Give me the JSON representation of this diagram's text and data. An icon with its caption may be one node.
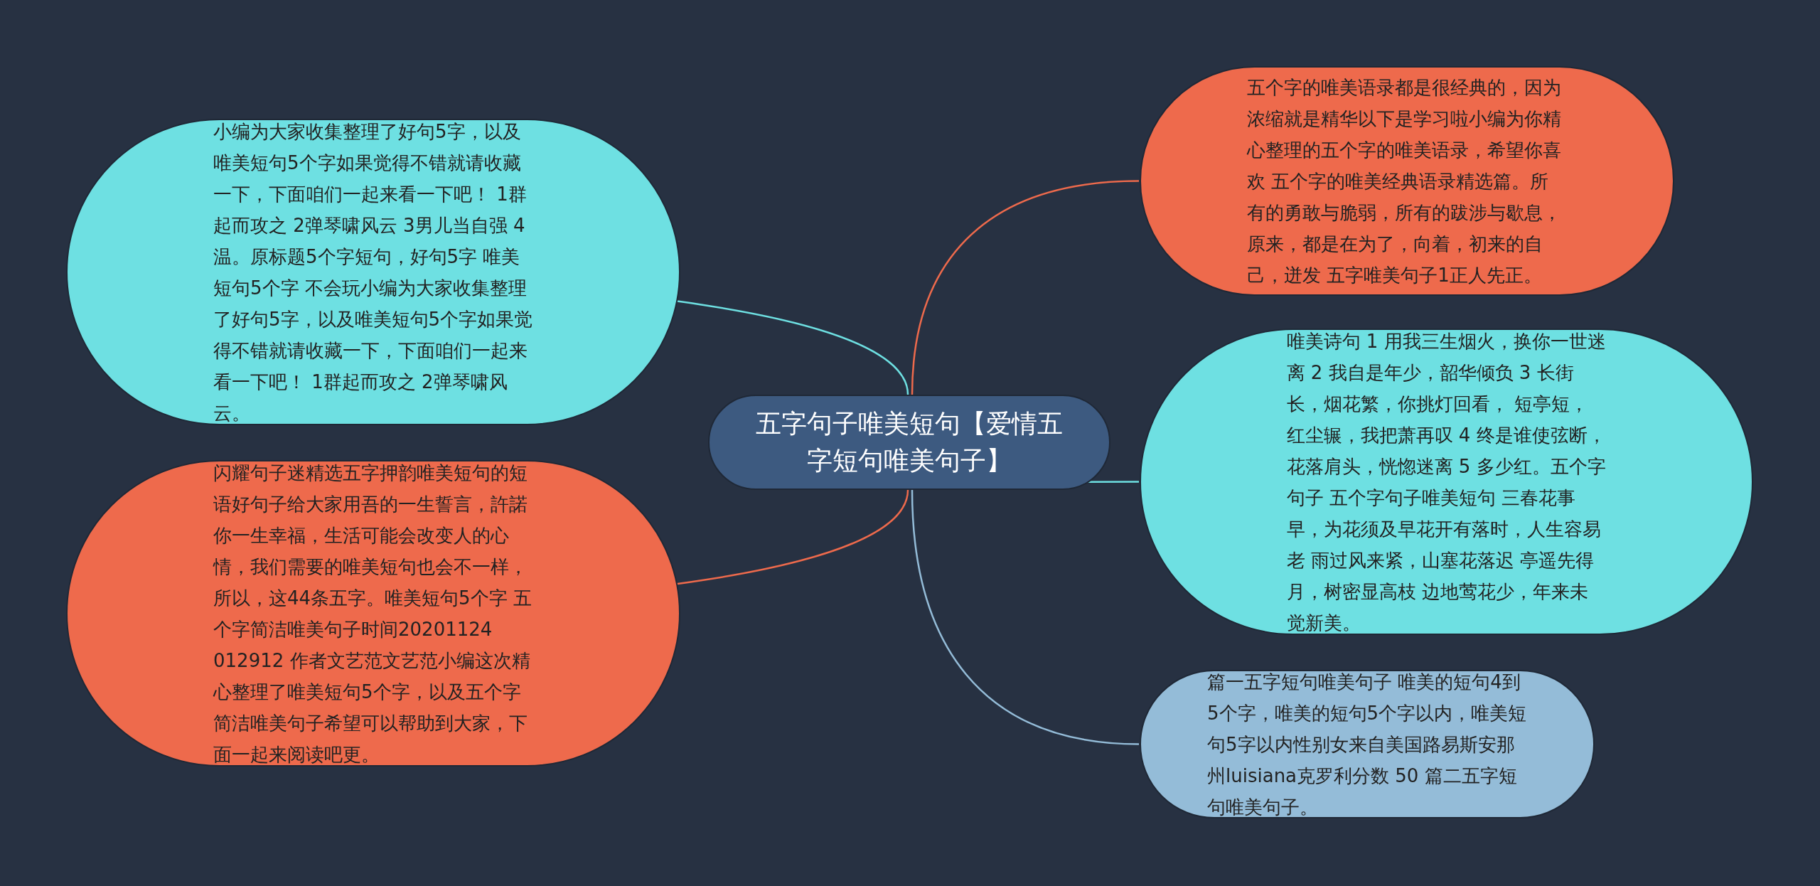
{
  "diagram": {
    "nodes": [
      {
        "text": [
          "五字句子唯美短句【爱情五字短句唯美句子】"
        ]
      },
      {
        "text": [
          "小编为大家收集整理了好句5字，以及唯美短句5个字如果觉得不错就请收藏一下，下面咱们一起来看一下吧！ 1群起而攻之 2弹琴啸风云 3男儿当自强 4温。原标题5个字短句，好句5字 唯美短句5个字 不会玩小编为大家收集整理了好句5字，以及唯美短句5个字如果觉得不错就请收藏一下，下面咱们一起来看一下吧！ 1群起而攻之 2弹琴啸风云。"
        ]
      },
      {
        "text": [
          "闪耀句子迷精选五字押韵唯美短句的短语好句子给大家用吾的一生誓言，許諾你一生幸福，生活可能会改变人的心情，我们需要的唯美短句也会不一样，所以，这44条五字。唯美短句5个字 五个字简洁唯美句子时间20201124 012912 作者文艺范文艺范小编这次精心整理了唯美短句5个字，以及五个字简洁唯美句子希望可以帮助到大家，下面一起来阅读吧更。"
        ]
      },
      {
        "text": [
          "五个字的唯美语录都是很经典的，因为浓缩就是精华以下是学习啦小编为你精心整理的五个字的唯美语录，希望你喜欢 五个字的唯美经典语录精选篇。所有的勇敢与脆弱，所有的跋涉与歇息，原来，都是在为了，向着，初来的自己，迸发 五字唯美句子1正人先正。"
        ]
      },
      {
        "text": [
          "唯美诗句 1 用我三生烟火，换你一世迷离 2 我自是年少，韶华倾负 3 长街长，烟花繁，你挑灯回看， 短亭短，红尘辗，我把萧再叹 4 终是谁使弦断，花落肩头，恍惚迷离 5 多少红。五个字句子 五个字句子唯美短句 三春花事早，为花须及早花开有落时，人生容易老 雨过风来紧，山塞花落迟 亭遥先得月，树密显高枝 边地莺花少，年来未觉新美。"
        ]
      },
      {
        "text": [
          "篇一五字短句唯美句子 唯美的短句4到5个字，唯美的短句5个字以内，唯美短句5字以内性别女来自美国路易斯安那州luisiana克罗利分数 50 篇二五字短句唯美句子。"
        ]
      }
    ],
    "edges": [
      {
        "from": 0,
        "to": 1,
        "arrow": "none",
        "color": "#6ee0e2"
      },
      {
        "from": 0,
        "to": 2,
        "arrow": "none",
        "color": "#ee6a4c"
      },
      {
        "from": 0,
        "to": 3,
        "arrow": "none",
        "color": "#ee6a4c"
      },
      {
        "from": 0,
        "to": 4,
        "arrow": "none",
        "color": "#6ee0e2"
      },
      {
        "from": 0,
        "to": 5,
        "arrow": "none",
        "color": "#94bcd8"
      }
    ]
  }
}
